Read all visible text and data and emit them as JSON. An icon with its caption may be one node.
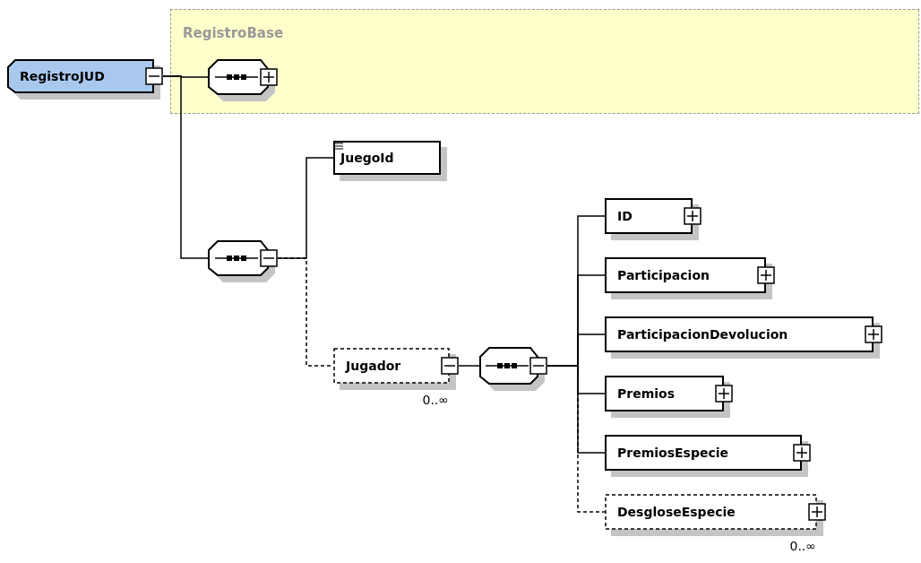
{
  "diagram": {
    "nodes": [
      {
        "text": [
          "RegistroJUD"
        ]
      },
      {
        "text": [
          "RegistroBase"
        ]
      },
      {
        "text": [],
        "shape": "octagon",
        "in": 1
      },
      {
        "text": [],
        "shape": "octagon"
      },
      {
        "text": [
          "JuegoId"
        ]
      },
      {
        "text": [
          "Jugador"
        ],
        "beside": [
          "0..∞"
        ]
      },
      {
        "text": [],
        "shape": "octagon"
      },
      {
        "text": [
          "ID"
        ]
      },
      {
        "text": [
          "Participacion"
        ]
      },
      {
        "text": [
          "ParticipacionDevolucion"
        ]
      },
      {
        "text": [
          "Premios"
        ]
      },
      {
        "text": [
          "PremiosEspecie"
        ]
      },
      {
        "text": [
          "DesgloseEspecie"
        ],
        "beside": [
          "0..∞"
        ]
      }
    ],
    "edges": [
      {
        "from": 0,
        "to": 2,
        "arrow": "none"
      },
      {
        "from": 0,
        "to": 3,
        "arrow": "none"
      },
      {
        "from": 3,
        "to": 4,
        "arrow": "none"
      },
      {
        "from": 3,
        "to": 5,
        "arrow": "none",
        "style": "dashed"
      },
      {
        "from": 5,
        "to": 6,
        "arrow": "none"
      },
      {
        "from": 6,
        "to": 7,
        "arrow": "none"
      },
      {
        "from": 6,
        "to": 8,
        "arrow": "none"
      },
      {
        "from": 6,
        "to": 9,
        "arrow": "none"
      },
      {
        "from": 6,
        "to": 10,
        "arrow": "none"
      },
      {
        "from": 6,
        "to": 11,
        "arrow": "none"
      },
      {
        "from": 6,
        "to": 12,
        "arrow": "none",
        "style": "dashed"
      }
    ]
  }
}
